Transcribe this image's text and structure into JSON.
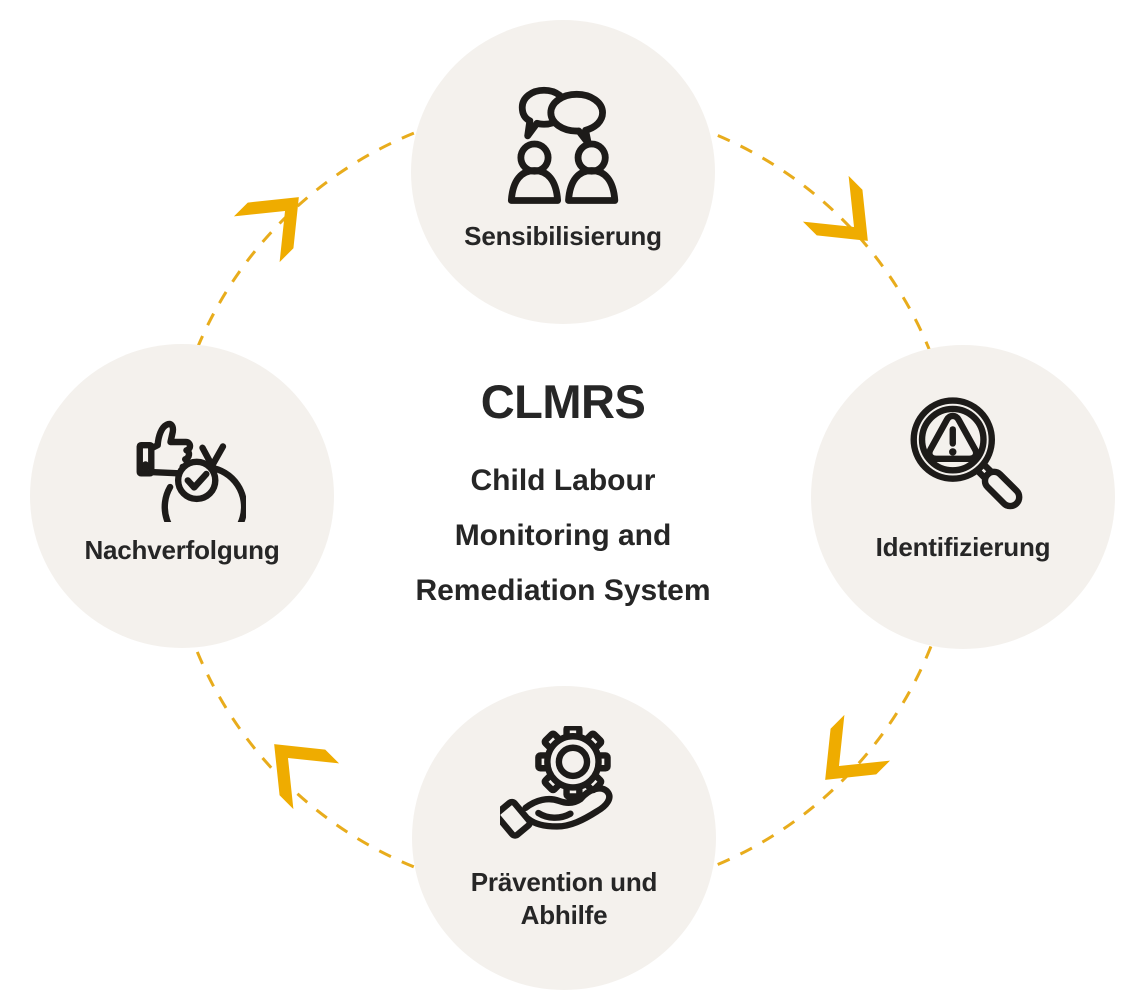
{
  "diagram": {
    "title": "CLMRS",
    "subtitle_lines": [
      "Child Labour",
      "Monitoring and",
      "Remediation System"
    ],
    "nodes": [
      {
        "label": "Sensibilisierung",
        "icon": "people-conversation-icon",
        "position": "top"
      },
      {
        "label": "Identifizierung",
        "icon": "magnifier-warning-icon",
        "position": "right"
      },
      {
        "label": "Prävention und Abhilfe",
        "icon": "hand-gear-icon",
        "position": "bottom"
      },
      {
        "label": "Nachverfolgung",
        "icon": "thumbs-up-cycle-icon",
        "position": "left"
      }
    ],
    "cycle": {
      "direction": "clockwise",
      "arrow_count": 4,
      "line_style": "dashed"
    },
    "colors": {
      "accent_gold": "#EFAC00",
      "dash_gold": "#E8AC1C",
      "node_fill": "#F4F1ED",
      "text": "#262626",
      "background": "#FFFFFF"
    }
  }
}
